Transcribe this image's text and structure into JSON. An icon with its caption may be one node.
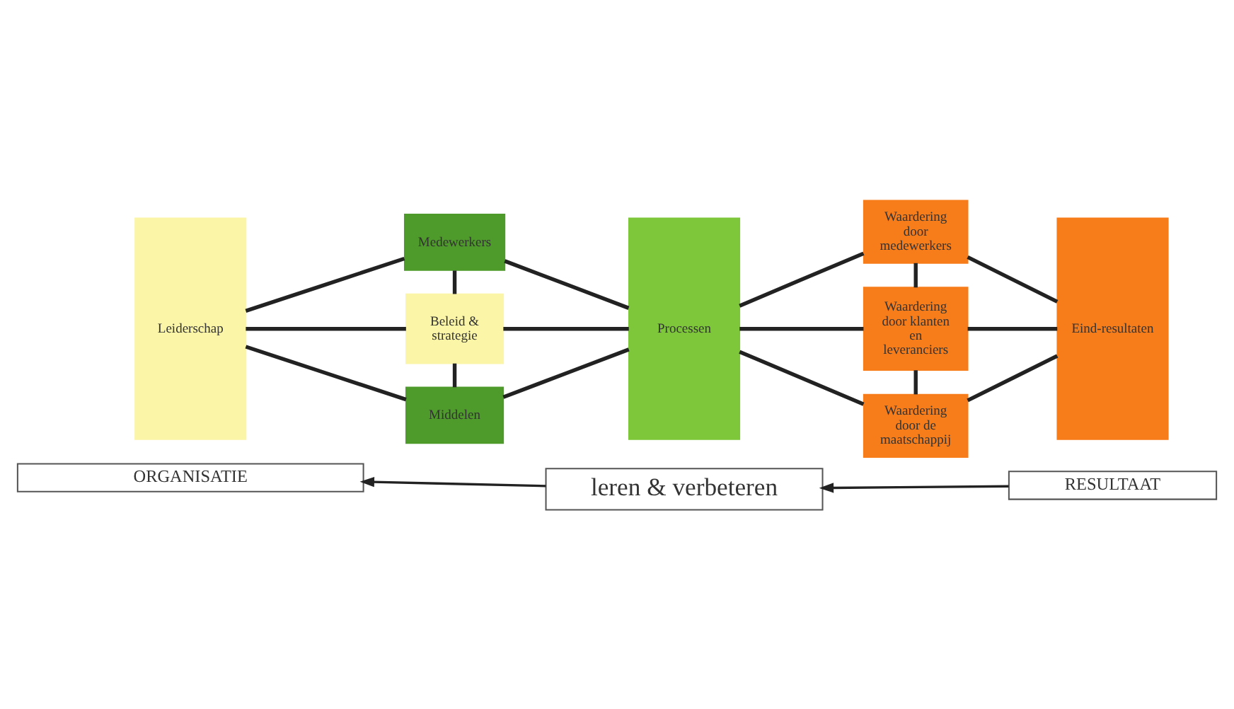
{
  "diagram": {
    "nodes": [
      {
        "text": [
          "Leiderschap"
        ]
      },
      {
        "text": [
          "Medewerkers"
        ]
      },
      {
        "text": [
          "Beleid & strategie"
        ]
      },
      {
        "text": [
          "Middelen"
        ]
      },
      {
        "text": [
          "Processen"
        ]
      },
      {
        "text": [
          "Waardering door medewerkers"
        ]
      },
      {
        "text": [
          "Waardering door klanten en leveranciers"
        ]
      },
      {
        "text": [
          "Waardering door de maatschappij"
        ]
      },
      {
        "text": [
          "Eind-resultaten"
        ]
      },
      {
        "text": [
          "ORGANISATIE"
        ]
      },
      {
        "text": [
          "RESULTAAT"
        ]
      },
      {
        "text": [
          "leren & verbeteren"
        ]
      }
    ],
    "edges": [
      {
        "from": 0,
        "to": 1,
        "arrow": "none"
      },
      {
        "from": 0,
        "to": 2,
        "arrow": "none"
      },
      {
        "from": 0,
        "to": 3,
        "arrow": "none"
      },
      {
        "from": 1,
        "to": 2,
        "arrow": "none"
      },
      {
        "from": 2,
        "to": 3,
        "arrow": "none"
      },
      {
        "from": 1,
        "to": 4,
        "arrow": "none"
      },
      {
        "from": 2,
        "to": 4,
        "arrow": "none"
      },
      {
        "from": 3,
        "to": 4,
        "arrow": "none"
      },
      {
        "from": 4,
        "to": 5,
        "arrow": "none"
      },
      {
        "from": 4,
        "to": 6,
        "arrow": "none"
      },
      {
        "from": 4,
        "to": 7,
        "arrow": "none"
      },
      {
        "from": 5,
        "to": 6,
        "arrow": "none"
      },
      {
        "from": 6,
        "to": 7,
        "arrow": "none"
      },
      {
        "from": 5,
        "to": 8,
        "arrow": "none"
      },
      {
        "from": 6,
        "to": 8,
        "arrow": "none"
      },
      {
        "from": 7,
        "to": 8,
        "arrow": "none"
      },
      {
        "from": 10,
        "to": 11,
        "arrow": "to"
      },
      {
        "from": 11,
        "to": 9,
        "arrow": "to"
      }
    ]
  }
}
